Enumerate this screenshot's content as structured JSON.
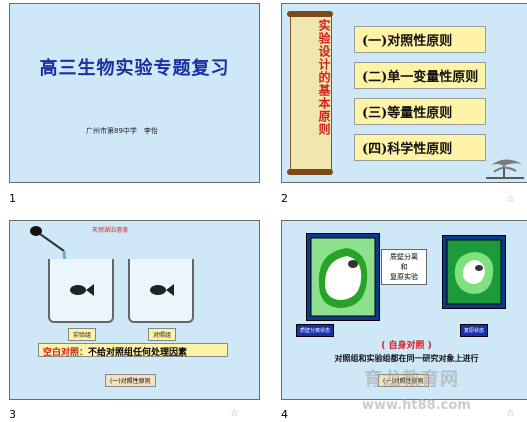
{
  "slides": [
    {
      "number": "1",
      "title": "高三生物实验专题复习",
      "author": "广州市第89中学　李怡"
    },
    {
      "number": "2",
      "scroll_text": "实验设计的基本原则",
      "principles": [
        "(一)对照性原则",
        "(二)单一变量性原则",
        "(三)等量性原则",
        "(四)科学性原则"
      ]
    },
    {
      "number": "3",
      "dropper_label": "天然湖泊溶液",
      "beaker_left_label": "实验组",
      "beaker_right_label": "对照组",
      "bar_term": "空白对照：",
      "bar_desc": "不给对照组任何处理因素",
      "footer": "(一)对照性原则"
    },
    {
      "number": "4",
      "middle_note": "质壁分离\n和\n复原实验",
      "left_label": "质壁分离状态",
      "right_label": "复原状态",
      "caption": "( 自身对照 )",
      "description": "对照组和实验组都在同一研究对象上进行",
      "footer": "(一)对照性原则",
      "watermark_cn": "育龙教育网",
      "watermark_url": "www.ht88.com"
    }
  ],
  "colors": {
    "slide_bg": "#cfe8f7",
    "title_blue": "#1a2fa0",
    "accent_red": "#d02020",
    "label_yellow": "#fff3a8"
  },
  "icons": [
    "star-icon",
    "scroll-icon",
    "dropper-icon",
    "tree-icon",
    "plant-cell-icon"
  ]
}
